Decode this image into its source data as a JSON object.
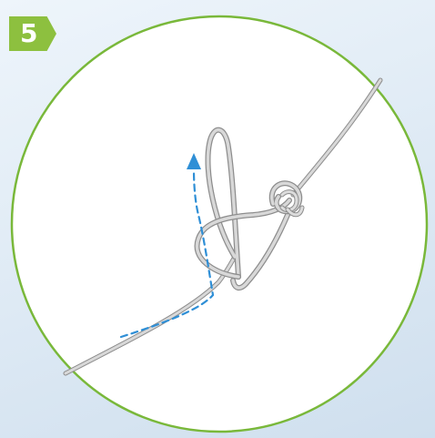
{
  "step": {
    "number": "5"
  },
  "colors": {
    "circle_border": "#79b83a",
    "circle_fill": "#ffffff",
    "line": "#c4c4c4",
    "line_outline": "#8d8d8d",
    "arrow": "#2f8fd6",
    "badge": "#8dc03f"
  },
  "illustration": {
    "subject": "knot-tying step",
    "icons": [
      "fishing-line",
      "loop",
      "knot",
      "direction-arrow"
    ]
  }
}
